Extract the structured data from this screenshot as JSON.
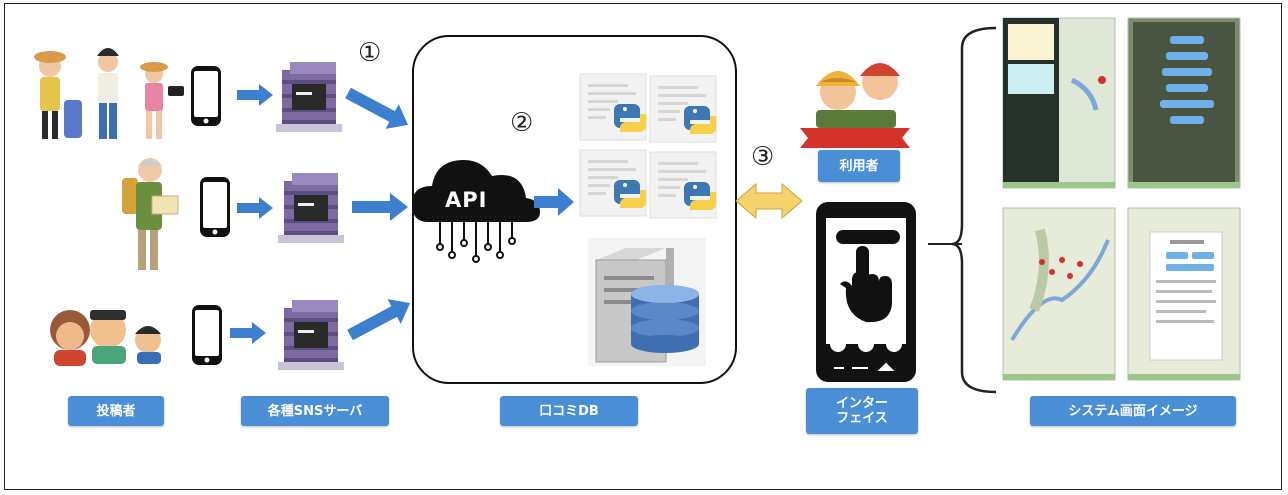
{
  "labels": {
    "posters": "投稿者",
    "sns_servers": "各種SNSサーバ",
    "kuchikomi_db": "口コミDB",
    "interface_line1": "インター",
    "interface_line2": "フェイス",
    "system_image": "システム画面イメージ",
    "users": "利用者"
  },
  "steps": {
    "one": "①",
    "two": "②",
    "three": "③"
  },
  "api_label": "API",
  "colors": {
    "label_blue": "#4a8fd6",
    "arrow_blue": "#3d7fcf",
    "double_arrow_yellow": "#f6d36a",
    "python_blue": "#3d78b3",
    "python_yellow": "#f7cf4a",
    "db_blue": "#3f6fb0"
  },
  "icons": [
    "people-icon",
    "smartphone-icon",
    "server-icon",
    "cloud-api-icon",
    "python-file-icon",
    "database-server-icon",
    "hand-touch-icon",
    "map-screenshot-icon",
    "brace-icon"
  ]
}
